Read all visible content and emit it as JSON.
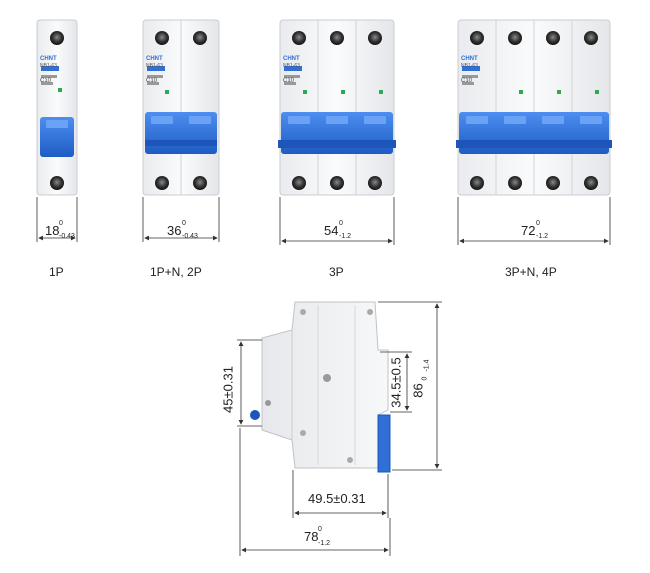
{
  "products": [
    {
      "label": "1P",
      "brand": "CHNT",
      "model": "NB1-63",
      "rating": "C10",
      "width": {
        "value": "18",
        "sup": "0",
        "sub": "-0.43"
      }
    },
    {
      "label": "1P+N, 2P",
      "brand": "CHNT",
      "model": "NB1-63",
      "rating": "C10",
      "width": {
        "value": "36",
        "sup": "0",
        "sub": "-0.43"
      }
    },
    {
      "label": "3P",
      "brand": "CHNT",
      "model": "NB1-63",
      "rating": "C10",
      "width": {
        "value": "54",
        "sup": "0",
        "sub": "-1.2"
      }
    },
    {
      "label": "3P+N, 4P",
      "brand": "CHNT",
      "model": "NB1-63",
      "rating": "C10",
      "width": {
        "value": "72",
        "sup": "0",
        "sub": "-1.2"
      }
    }
  ],
  "side_view": {
    "dim_left": "45±0.31",
    "dim_inner": "34.5±0.5",
    "dim_height": {
      "value": "86",
      "sup": "0",
      "sub": "-1.4"
    },
    "dim_mid": "49.5±0.31",
    "dim_depth": {
      "value": "78",
      "sup": "0",
      "sub": "-1.2"
    }
  },
  "colors": {
    "handle_blue": "#2f6fd6",
    "handle_dark": "#1d56b8",
    "body": "#f2f3f5",
    "outline": "#c9cdd2",
    "dim_line": "#333333"
  }
}
